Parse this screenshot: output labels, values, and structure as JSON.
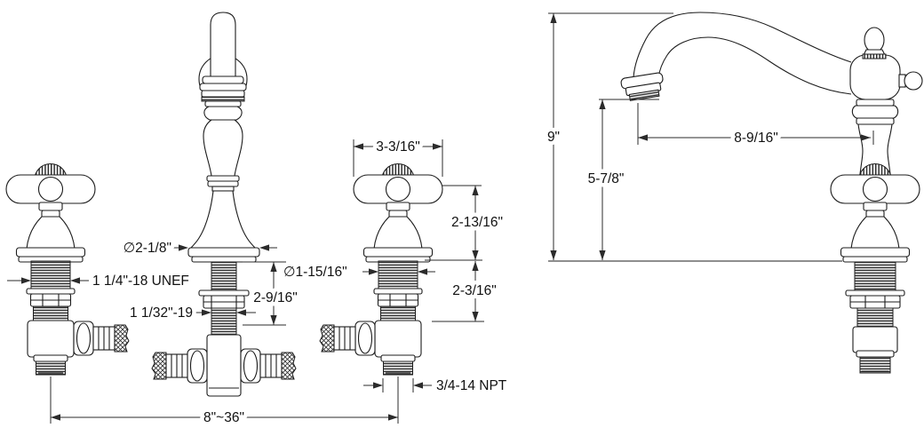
{
  "drawing": {
    "type": "faucet-installation-dimension-diagram",
    "front_view": {
      "label_handle_width": "3-3/16\"",
      "label_spout_base_dia": "∅2-1/8\"",
      "label_shank_thread": "1 1/4\"-18 UNEF",
      "label_spout_shank_thread": "1 1/32\"-19",
      "label_spout_shank_height": "2-9/16\"",
      "label_handle_base_dia": "∅1-15/16\"",
      "label_handle_height": "2-13/16\"",
      "label_below_deck": "2-3/16\"",
      "label_supply_thread": "3/4-14 NPT",
      "label_spread": "8\"~36\""
    },
    "side_view": {
      "label_overall_height": "9\"",
      "label_spout_outlet_height": "5-7/8\"",
      "label_spout_reach": "8-9/16\""
    },
    "colors": {
      "line": "#1c1c1c",
      "dimension": "#2b2b2b",
      "background": "#ffffff"
    }
  }
}
